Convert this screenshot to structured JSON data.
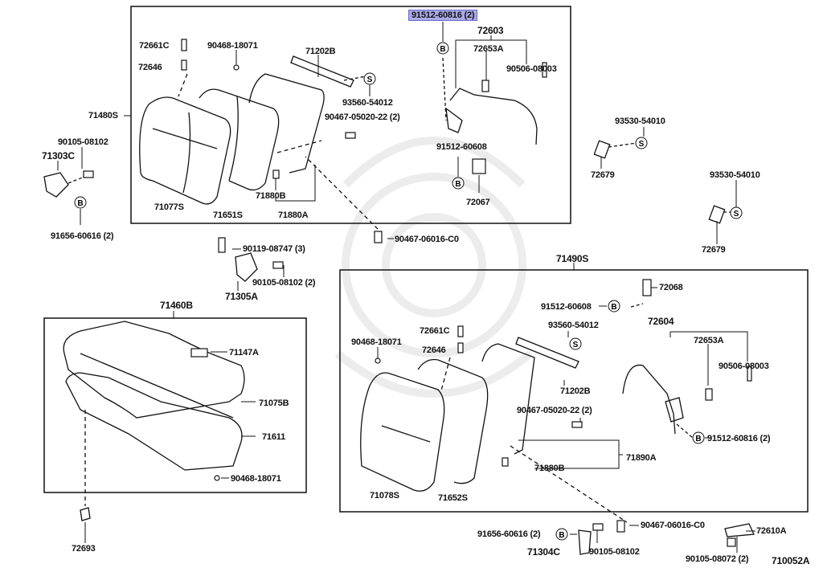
{
  "diagram": {
    "title_code": "710052A",
    "highlighted_part": "91512-60816 (2)",
    "colors": {
      "highlight": "#a9a9e6",
      "ink": "#111111",
      "background": "#ffffff"
    },
    "groups": {
      "front_seatback_upper": {
        "assembly": "71480S"
      },
      "rear_seat_cushion": {
        "assembly": "71460B"
      },
      "front_seatback_lower": {
        "assembly": "71490S"
      }
    },
    "labels": {
      "p72661C_a": "72661C",
      "p90468_18071_a": "90468-18071",
      "p71202B_a": "71202B",
      "p91512_60816_a": "91512-60816 (2)",
      "p72603": "72603",
      "p72653A_a": "72653A",
      "p90506_08003_a": "90506-08003",
      "p72646_a": "72646",
      "p93560_54012_a": "93560-54012",
      "p71480S": "71480S",
      "p90467_05020_22_a": "90467-05020-22 (2)",
      "p90105_08102_a": "90105-08102",
      "p71303C": "71303C",
      "p91512_60608_a": "91512-60608",
      "p93530_54010_a": "93530-54010",
      "p72679_a": "72679",
      "p93530_54010_b": "93530-54010",
      "p72679_b": "72679",
      "p71077S": "71077S",
      "p71651S": "71651S",
      "p71880B_a": "71880B",
      "p71880A": "71880A",
      "p72067": "72067",
      "p91656_60616_a": "91656-60616 (2)",
      "p90467_06016_C0_a": "90467-06016-C0",
      "p90119_08747": "90119-08747 (3)",
      "p90105_08102_b": "90105-08102 (2)",
      "p71305A": "71305A",
      "p71460B": "71460B",
      "p71147A": "71147A",
      "p71075B": "71075B",
      "p71611": "71611",
      "p90468_18071_c": "90468-18071",
      "p72693": "72693",
      "p71490S": "71490S",
      "p72068": "72068",
      "p91512_60608_b": "91512-60608",
      "p93560_54012_b": "93560-54012",
      "p72604": "72604",
      "p72653A_b": "72653A",
      "p90468_18071_b": "90468-18071",
      "p72661C_b": "72661C",
      "p72646_b": "72646",
      "p90506_08003_b": "90506-08003",
      "p71202B_b": "71202B",
      "p90467_05020_22_b": "90467-05020-22 (2)",
      "p91512_60816_b": "91512-60816 (2)",
      "p71890A": "71890A",
      "p71880B_b": "71880B",
      "p71078S": "71078S",
      "p71652S": "71652S",
      "p91656_60616_b": "91656-60616 (2)",
      "p71304C": "71304C",
      "p90105_08102_c": "90105-08102",
      "p90467_06016_C0_b": "90467-06016-C0",
      "p72610A": "72610A",
      "p90105_08072": "90105-08072 (2)",
      "figure_code": "710052A"
    },
    "markers": {
      "bolt": "B",
      "screw": "S"
    }
  }
}
